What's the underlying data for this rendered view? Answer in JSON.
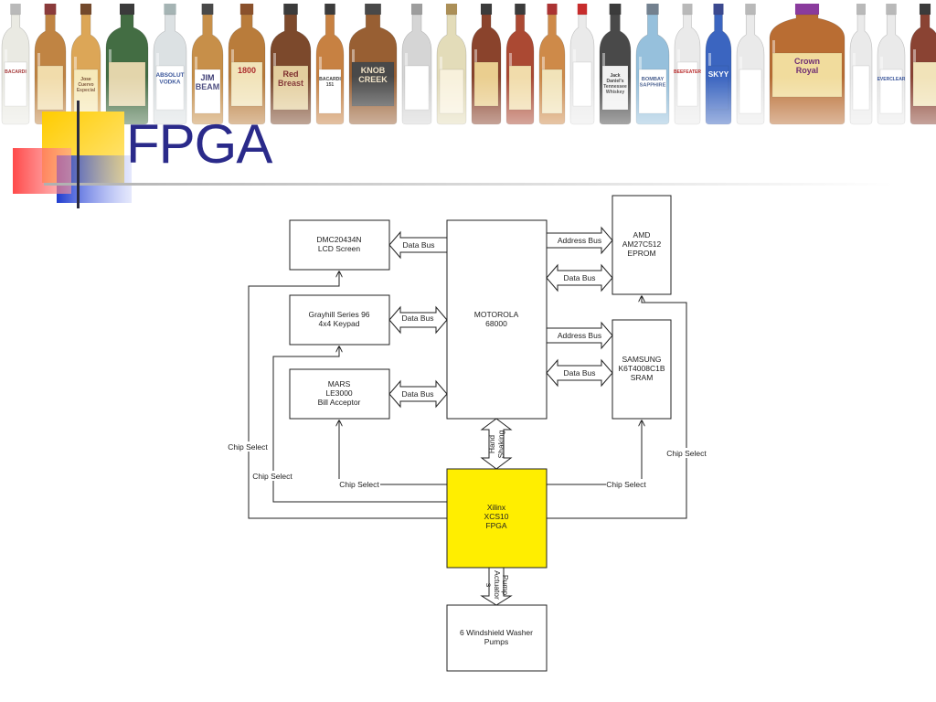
{
  "slide": {
    "title": "FPGA"
  },
  "colors": {
    "title": "#2a2a8a",
    "fpga_fill": "#ffee00",
    "deco_yellow": "#ffcc00",
    "deco_red": "#ff4040",
    "deco_blue": "#1f3ccf"
  },
  "banner": {
    "bottles": [
      {
        "label": "BACARDI"
      },
      {
        "label": ""
      },
      {
        "label": "Jose Cuervo Especial"
      },
      {
        "label": ""
      },
      {
        "label": "ABSOLUT VODKA"
      },
      {
        "label": "JIM BEAM"
      },
      {
        "label": "1800"
      },
      {
        "label": "Red Breast"
      },
      {
        "label": "BACARDI 151"
      },
      {
        "label": "KNOB CREEK"
      },
      {
        "label": ""
      },
      {
        "label": ""
      },
      {
        "label": ""
      },
      {
        "label": ""
      },
      {
        "label": ""
      },
      {
        "label": ""
      },
      {
        "label": "Jack Daniel's Tennessee Whiskey"
      },
      {
        "label": "BOMBAY SAPPHIRE"
      },
      {
        "label": "BEEFEATER"
      },
      {
        "label": "SKYY"
      },
      {
        "label": ""
      },
      {
        "label": "Crown Royal"
      },
      {
        "label": ""
      },
      {
        "label": "EVERCLEAR"
      },
      {
        "label": ""
      },
      {
        "label": ""
      }
    ]
  },
  "diagram": {
    "blocks": {
      "lcd": {
        "lines": [
          "DMC20434N",
          "LCD Screen"
        ]
      },
      "keypad": {
        "lines": [
          "Grayhill Series 96",
          "4x4 Keypad"
        ]
      },
      "bill": {
        "lines": [
          "MARS",
          "LE3000",
          "Bill Acceptor"
        ]
      },
      "cpu": {
        "lines": [
          "MOTOROLA",
          "68000"
        ]
      },
      "eprom": {
        "lines": [
          "AMD",
          "AM27C512",
          "EPROM"
        ]
      },
      "sram": {
        "lines": [
          "SAMSUNG",
          "K6T4008C1B",
          "SRAM"
        ]
      },
      "fpga": {
        "lines": [
          "Xilinx",
          "XCS10",
          "FPGA"
        ]
      },
      "pumps": {
        "lines": [
          "6 Windshield Washer",
          "Pumps"
        ]
      }
    },
    "labels": {
      "lcd_bus": "Data Bus",
      "keypad_bus": "Data Bus",
      "bill_bus": "Data Bus",
      "eprom_addr": "Address Bus",
      "eprom_data": "Data Bus",
      "sram_addr": "Address Bus",
      "sram_data": "Data Bus",
      "handshake_1": "Hand",
      "handshake_2": "Shaking",
      "cs_lcd": "Chip Select",
      "cs_keypad": "Chip Select",
      "cs_bill": "Chip Select",
      "cs_sram": "Chip Select",
      "cs_eprom": "Chip Select",
      "pump_1": "Pump",
      "pump_2": "Actuator",
      "pump_3": "s"
    }
  }
}
